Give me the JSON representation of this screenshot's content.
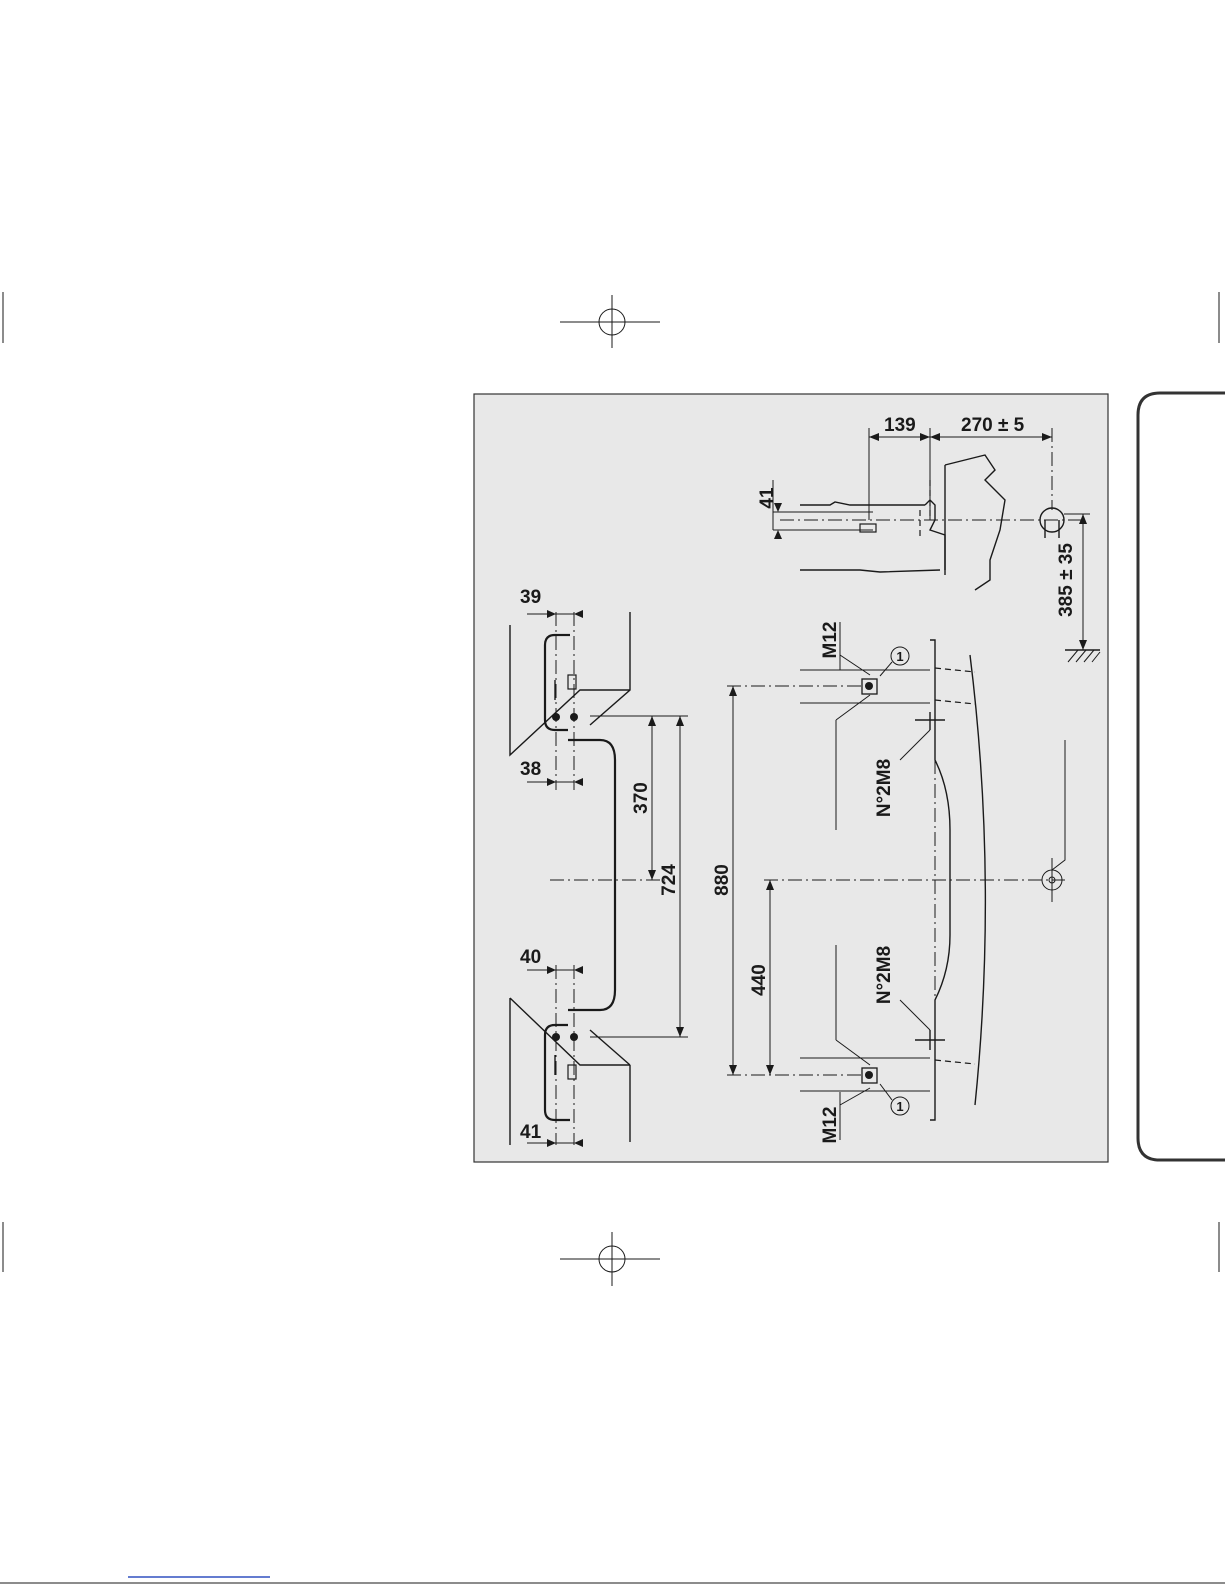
{
  "colors": {
    "panel_fill": "#e8e8e8",
    "panel_border": "#333333",
    "line": "#1a1a1a",
    "tab_border": "#333333"
  },
  "dimensions": {
    "d39": "39",
    "d38": "38",
    "d40": "40",
    "d41_bottom": "41",
    "d370": "370",
    "d724": "724",
    "d880": "880",
    "d440": "440",
    "d139": "139",
    "d270": "270 ± 5",
    "d41_top": "41",
    "d385": "385 ± 35"
  },
  "labels": {
    "m12_top": "M12",
    "m12_bottom": "M12",
    "n2m8_top": "N°2M8",
    "n2m8_bottom": "N°2M8",
    "ref_top": "1",
    "ref_bottom": "1"
  },
  "icons": {
    "registration_mark": "crosshair-circle-icon",
    "ground": "ground-hatch-icon",
    "tow_ball": "tow-ball-icon"
  }
}
